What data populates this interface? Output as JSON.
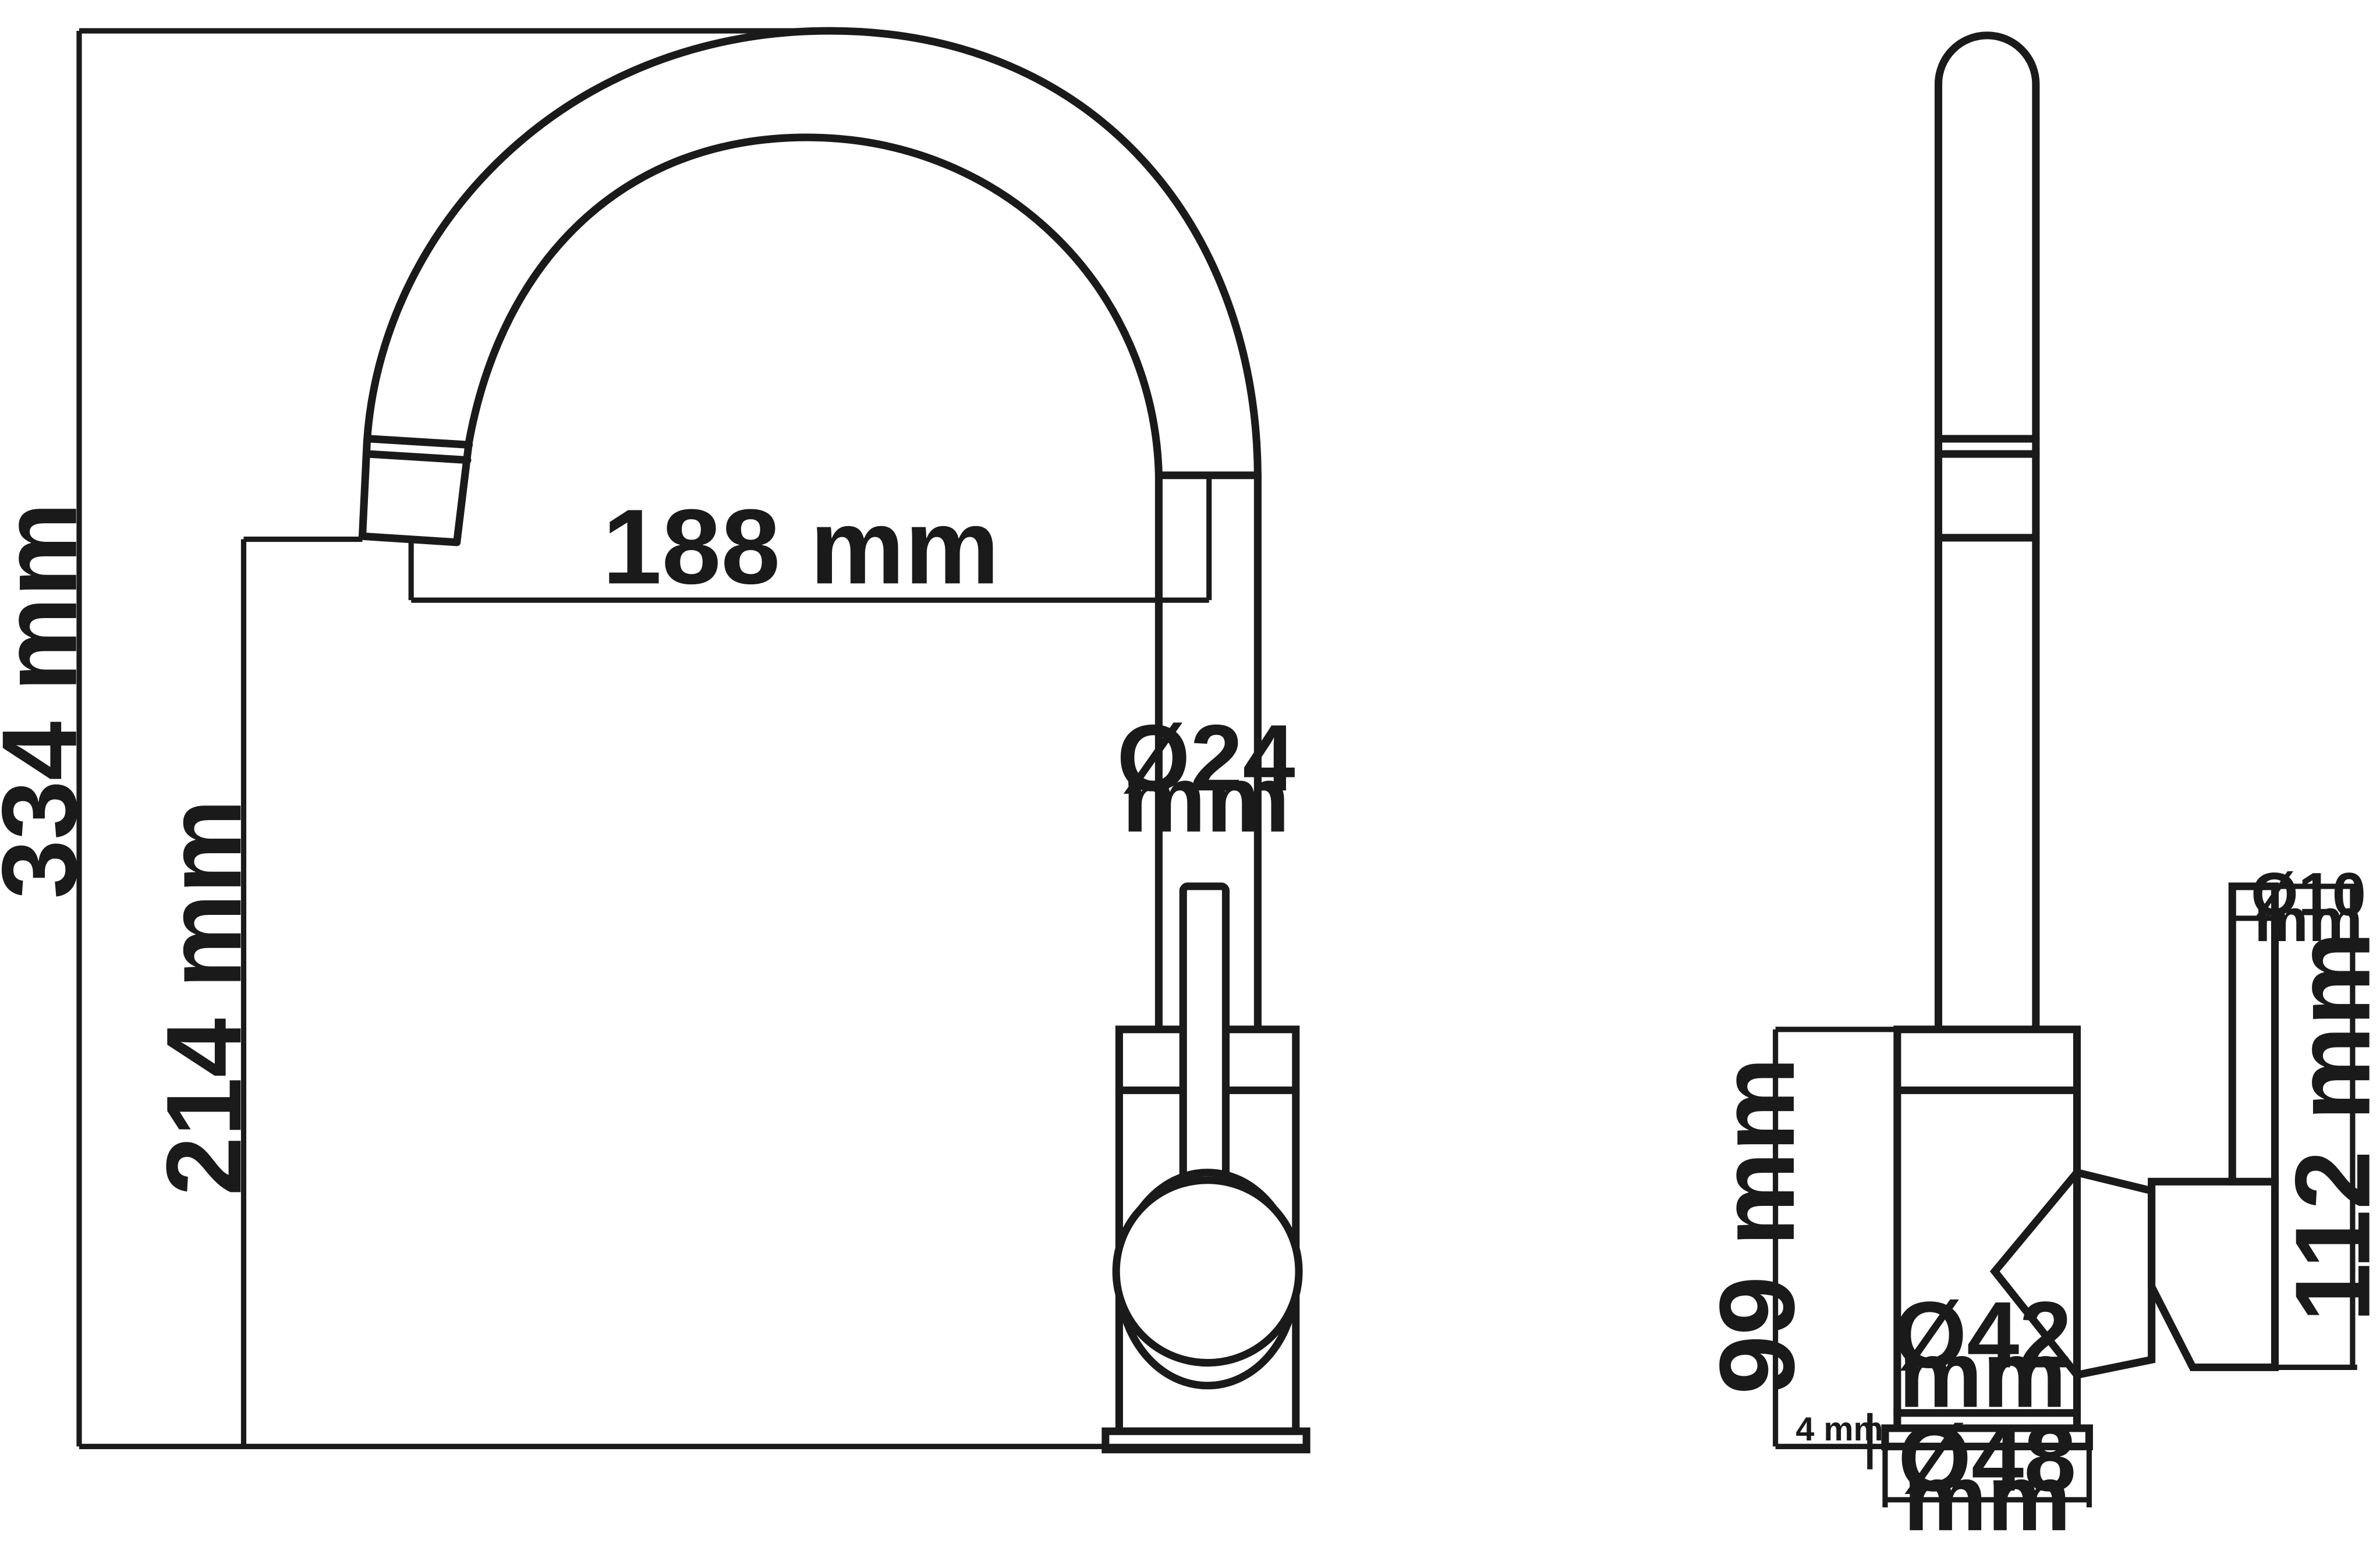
{
  "dimensions": {
    "overall_height": "334 mm",
    "spout_height": "214 mm",
    "spout_reach": "188 mm",
    "spout_diameter": {
      "symbol": "Ø24",
      "unit": "mm"
    },
    "body_height": "99 mm",
    "handle_height": "112 mm",
    "handle_diameter": {
      "symbol": "Ø10",
      "unit": "mm"
    },
    "body_diameter": {
      "symbol": "Ø42",
      "unit": "mm"
    },
    "base_thickness": "4 mm",
    "base_diameter": {
      "symbol": "Ø48",
      "unit": "mm"
    }
  }
}
